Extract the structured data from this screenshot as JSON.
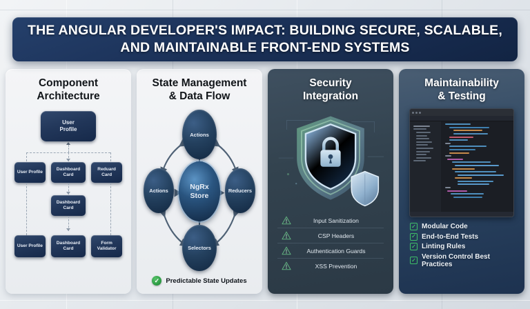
{
  "title": "THE ANGULAR DEVELOPER'S IMPACT: BUILDING SECURE, SCALABLE, AND MAINTAINABLE FRONT-END SYSTEMS",
  "colors": {
    "title_bar": "#1b3158",
    "node_blue": "#22375a",
    "accent_green": "#2f9e46",
    "check_green": "#3fbf68",
    "warn_green": "#5fae7d",
    "panel_light": "#eef0f3",
    "panel_dark_slate": "#33434f",
    "panel_dark_blue": "#2c4561"
  },
  "panels": [
    {
      "heading": "Component\nArchitecture",
      "heading_line1": "Component",
      "heading_line2": "Architecture",
      "nodes": {
        "root": "User Profile",
        "root_line1": "User",
        "root_line2": "Profile",
        "row2": [
          "User Profile",
          "Dashboard Card",
          "Reduard Card"
        ],
        "middle": "Dashboard Card",
        "row3": [
          "User Profile",
          "Dashboard Card",
          "Form Validator"
        ]
      }
    },
    {
      "heading_line1": "State Management",
      "heading_line2": "& Data Flow",
      "nodes": {
        "top": "Actions",
        "left": "Actions",
        "center": "NgRx Store",
        "center_line1": "NgRx",
        "center_line2": "Store",
        "right": "Reducers",
        "bottom": "Selectors"
      },
      "badge": {
        "icon": "check-circle-icon",
        "label": "Predictable State Updates"
      }
    },
    {
      "heading_line1": "Security",
      "heading_line2": "Integration",
      "artwork": "shield-lock-illustration",
      "items": [
        {
          "icon": "warning-triangle-icon",
          "label": "Input Sanitization"
        },
        {
          "icon": "warning-triangle-icon",
          "label": "CSP Headers"
        },
        {
          "icon": "warning-triangle-icon",
          "label": "Authentication Guards"
        },
        {
          "icon": "warning-triangle-icon",
          "label": "XSS Prevention"
        }
      ]
    },
    {
      "heading_line1": "Maintainability",
      "heading_line2": "& Testing",
      "artwork": "code-editor-screenshot",
      "items": [
        {
          "icon": "checkbox-checked-icon",
          "label": "Modular Code"
        },
        {
          "icon": "checkbox-checked-icon",
          "label": "End-to-End Tests"
        },
        {
          "icon": "checkbox-checked-icon",
          "label": "Linting Rules"
        },
        {
          "icon": "checkbox-checked-icon",
          "label": "Version Control Best Practices"
        }
      ]
    }
  ]
}
